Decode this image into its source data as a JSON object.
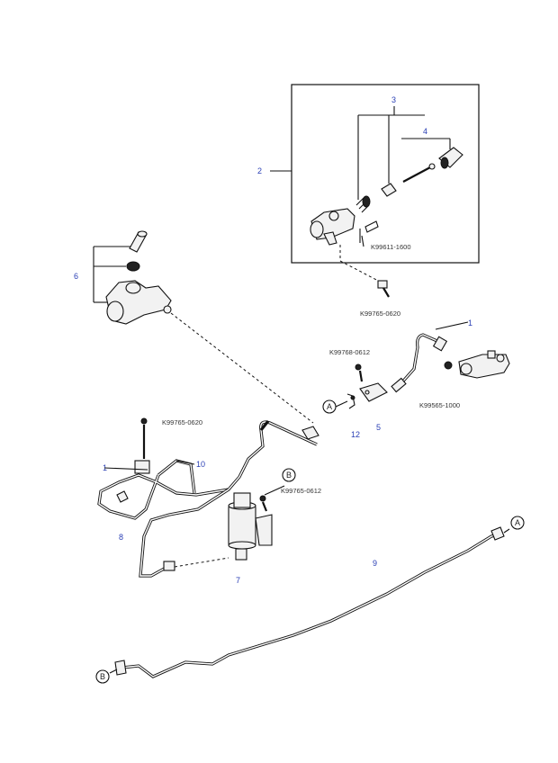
{
  "callouts": {
    "c1": "1",
    "c1b": "1",
    "c2": "2",
    "c3": "3",
    "c4": "4",
    "c5": "5",
    "c6": "6",
    "c7": "7",
    "c8": "8",
    "c9": "9",
    "c10": "10",
    "c12": "12"
  },
  "part_numbers": {
    "p_k99611_1600": "K99611-1600",
    "p_k99765_0620": "K99765-0620",
    "p_k99765_0612": "K99765-0612",
    "p_k99565_1000": "K99565-1000",
    "p_k997_top": "K99765-0620",
    "p_k99768_0612": "K99768-0612"
  },
  "connectors": {
    "a1": "A",
    "a2": "A",
    "b1": "B",
    "b2": "B"
  }
}
